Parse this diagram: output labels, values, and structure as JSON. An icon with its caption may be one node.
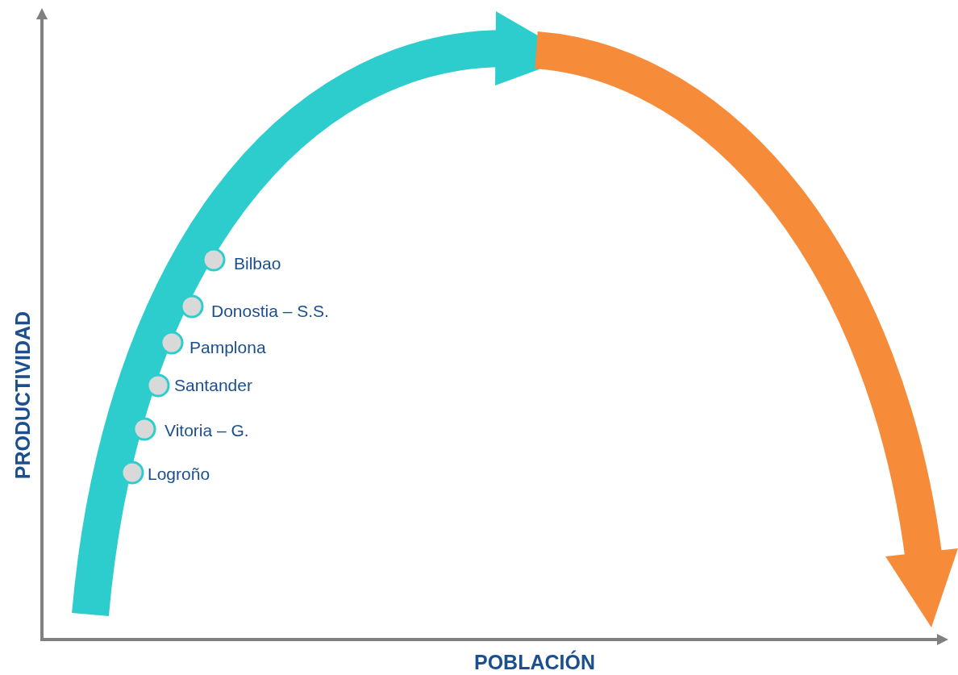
{
  "diagram": {
    "labels": [
      "Bilbao",
      "Donostia – S.S.",
      "Pamplona",
      "Santander",
      "Vitoria – G.",
      "Logroño",
      "PRODUCTIVIDAD",
      "POBLACIÓN"
    ]
  }
}
